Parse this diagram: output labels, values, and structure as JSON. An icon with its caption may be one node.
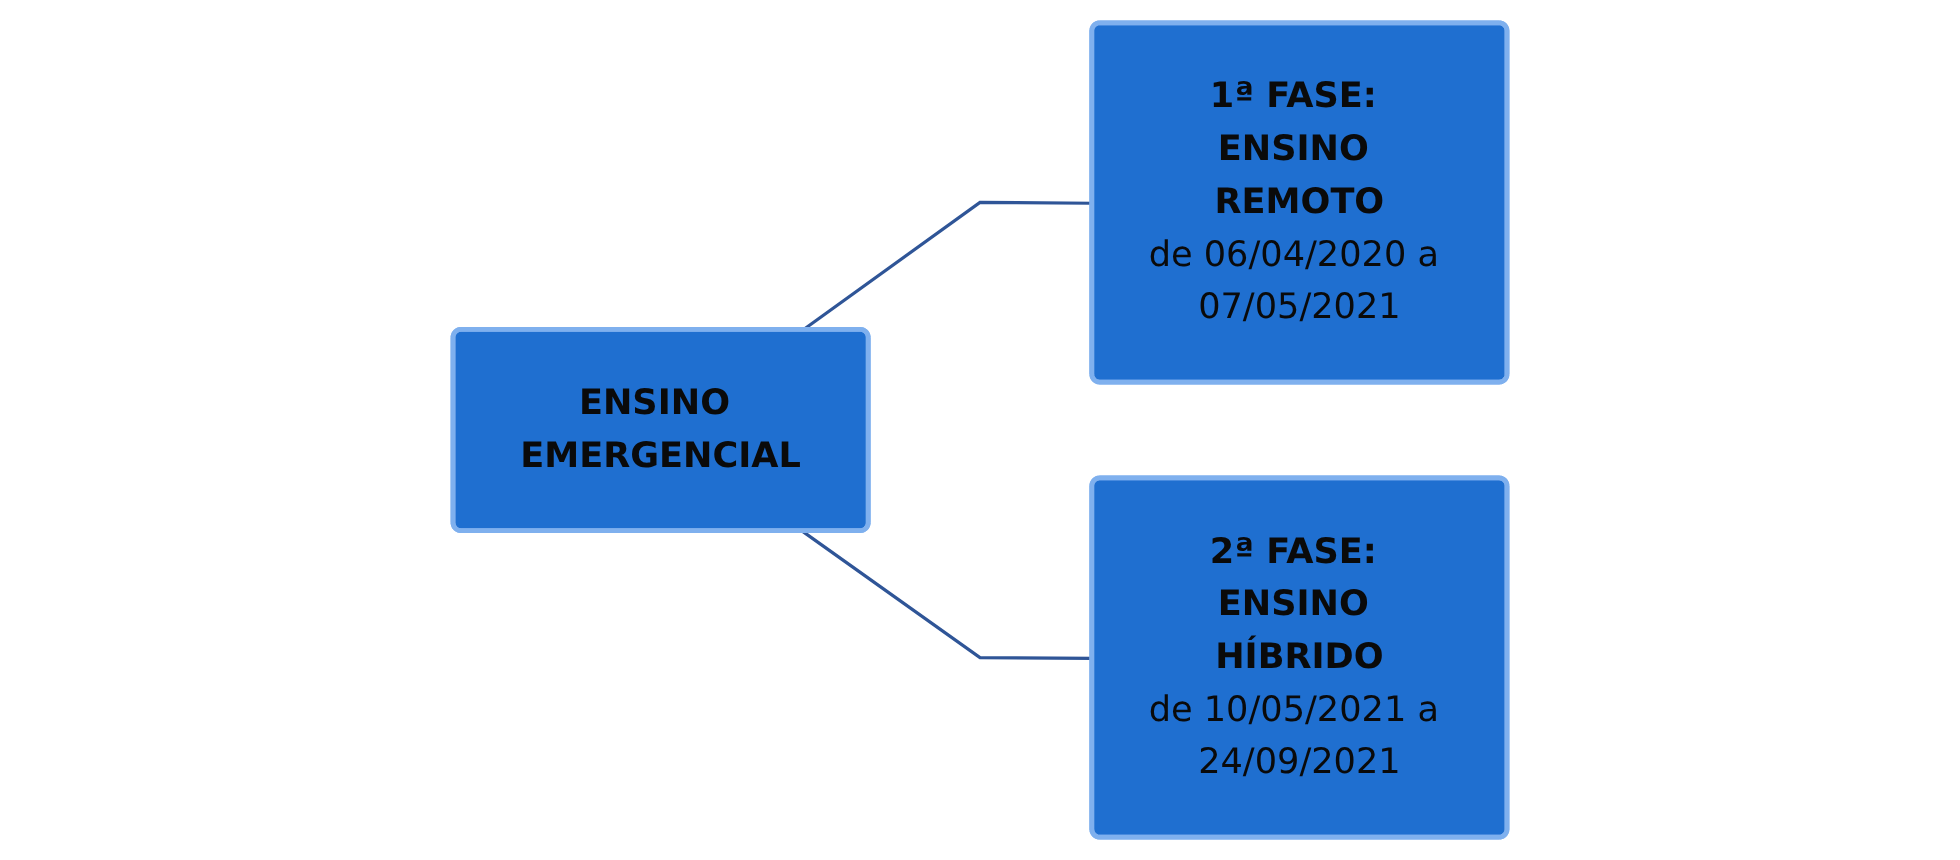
{
  "diagram": {
    "nodes": [
      {
        "text": [
          "ENSINO EMERGENCIAL"
        ]
      },
      {
        "text": [
          "1ª FASE: ENSINO REMOTO",
          "de 06/04/2020 a 07/05/2021"
        ]
      },
      {
        "text": [
          "2ª FASE: ENSINO HÍBRIDO",
          "de 10/05/2021 a 24/09/2021"
        ]
      }
    ],
    "edges": [
      {
        "from": 0,
        "to": 1,
        "arrow": "none"
      },
      {
        "from": 0,
        "to": 2,
        "arrow": "none"
      }
    ]
  }
}
